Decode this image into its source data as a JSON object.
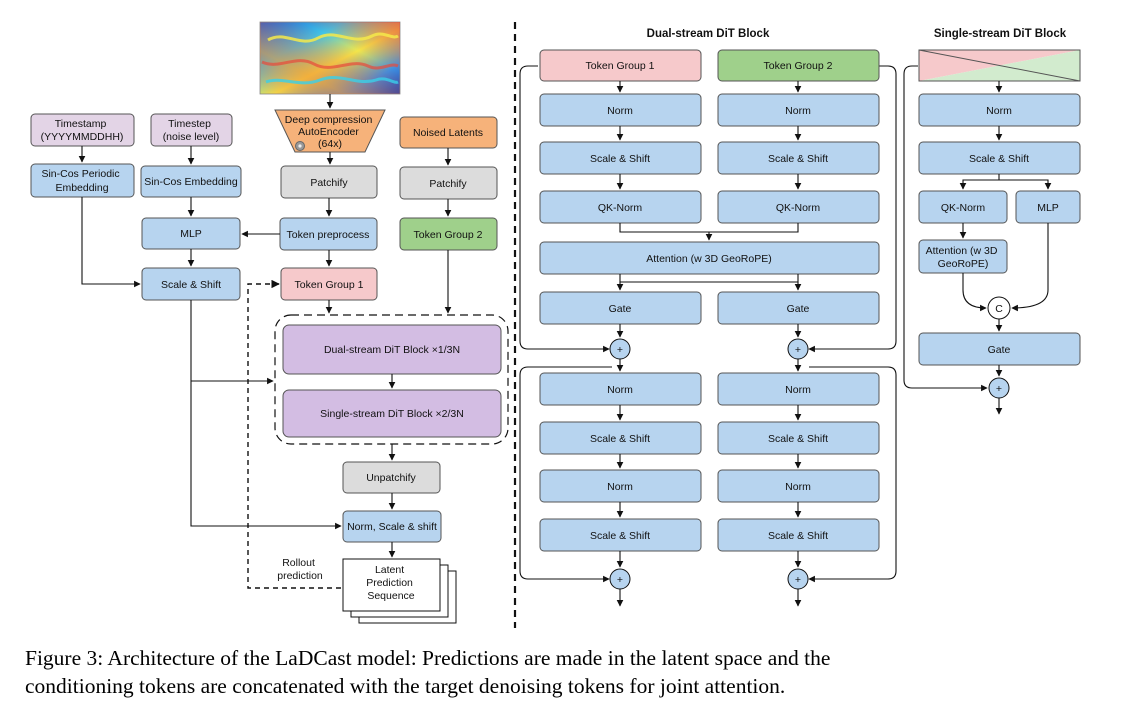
{
  "colors": {
    "blue": "#b7d4ef",
    "pink": "#f6c9cb",
    "lavender": "#e3d4e6",
    "orange": "#f6b27a",
    "green": "#9fd08b",
    "gray": "#dcdcdc",
    "purple": "#d3bde3",
    "stroke": "#555555"
  },
  "left": {
    "timestamp": [
      "Timestamp",
      "(YYYYMMDDHH)"
    ],
    "timestep": [
      "Timestep",
      "(noise level)"
    ],
    "autoencoder": [
      "Deep compression",
      "AutoEncoder",
      "(64x)"
    ],
    "noised_latents": "Noised Latents",
    "sincos_periodic": [
      "Sin-Cos Periodic",
      "Embedding"
    ],
    "sincos_embedding": "Sin-Cos Embedding",
    "patchify_1": "Patchify",
    "patchify_2": "Patchify",
    "mlp": "MLP",
    "token_preprocess": "Token preprocess",
    "token_group_2": "Token Group 2",
    "scale_shift": "Scale & Shift",
    "token_group_1": "Token Group 1",
    "dual_stream_block": "Dual-stream DiT Block ×1/3N",
    "single_stream_block": "Single-stream DiT Block ×2/3N",
    "unpatchify": "Unpatchify",
    "norm_scale_shift": "Norm, Scale & shift",
    "rollout": [
      "Rollout",
      "prediction"
    ],
    "latent_seq": [
      "Latent",
      "Prediction",
      "Sequence"
    ]
  },
  "dual": {
    "title": "Dual-stream DiT Block",
    "token_group_1": "Token Group 1",
    "token_group_2": "Token Group 2",
    "norm": "Norm",
    "scale_shift": "Scale & Shift",
    "qk_norm": "QK-Norm",
    "attention": "Attention (w 3D GeoRoPE)",
    "gate": "Gate",
    "plus": "+"
  },
  "single": {
    "title": "Single-stream DiT Block",
    "norm": "Norm",
    "scale_shift": "Scale & Shift",
    "qk_norm": "QK-Norm",
    "mlp": "MLP",
    "attention": [
      "Attention (w 3D",
      "GeoRoPE)"
    ],
    "concat": "C",
    "gate": "Gate",
    "plus": "+"
  },
  "caption": [
    "Figure 3: Architecture of the LaDCast model: Predictions are made in the latent space and the",
    "conditioning tokens are concatenated with the target denoising tokens for joint attention."
  ]
}
